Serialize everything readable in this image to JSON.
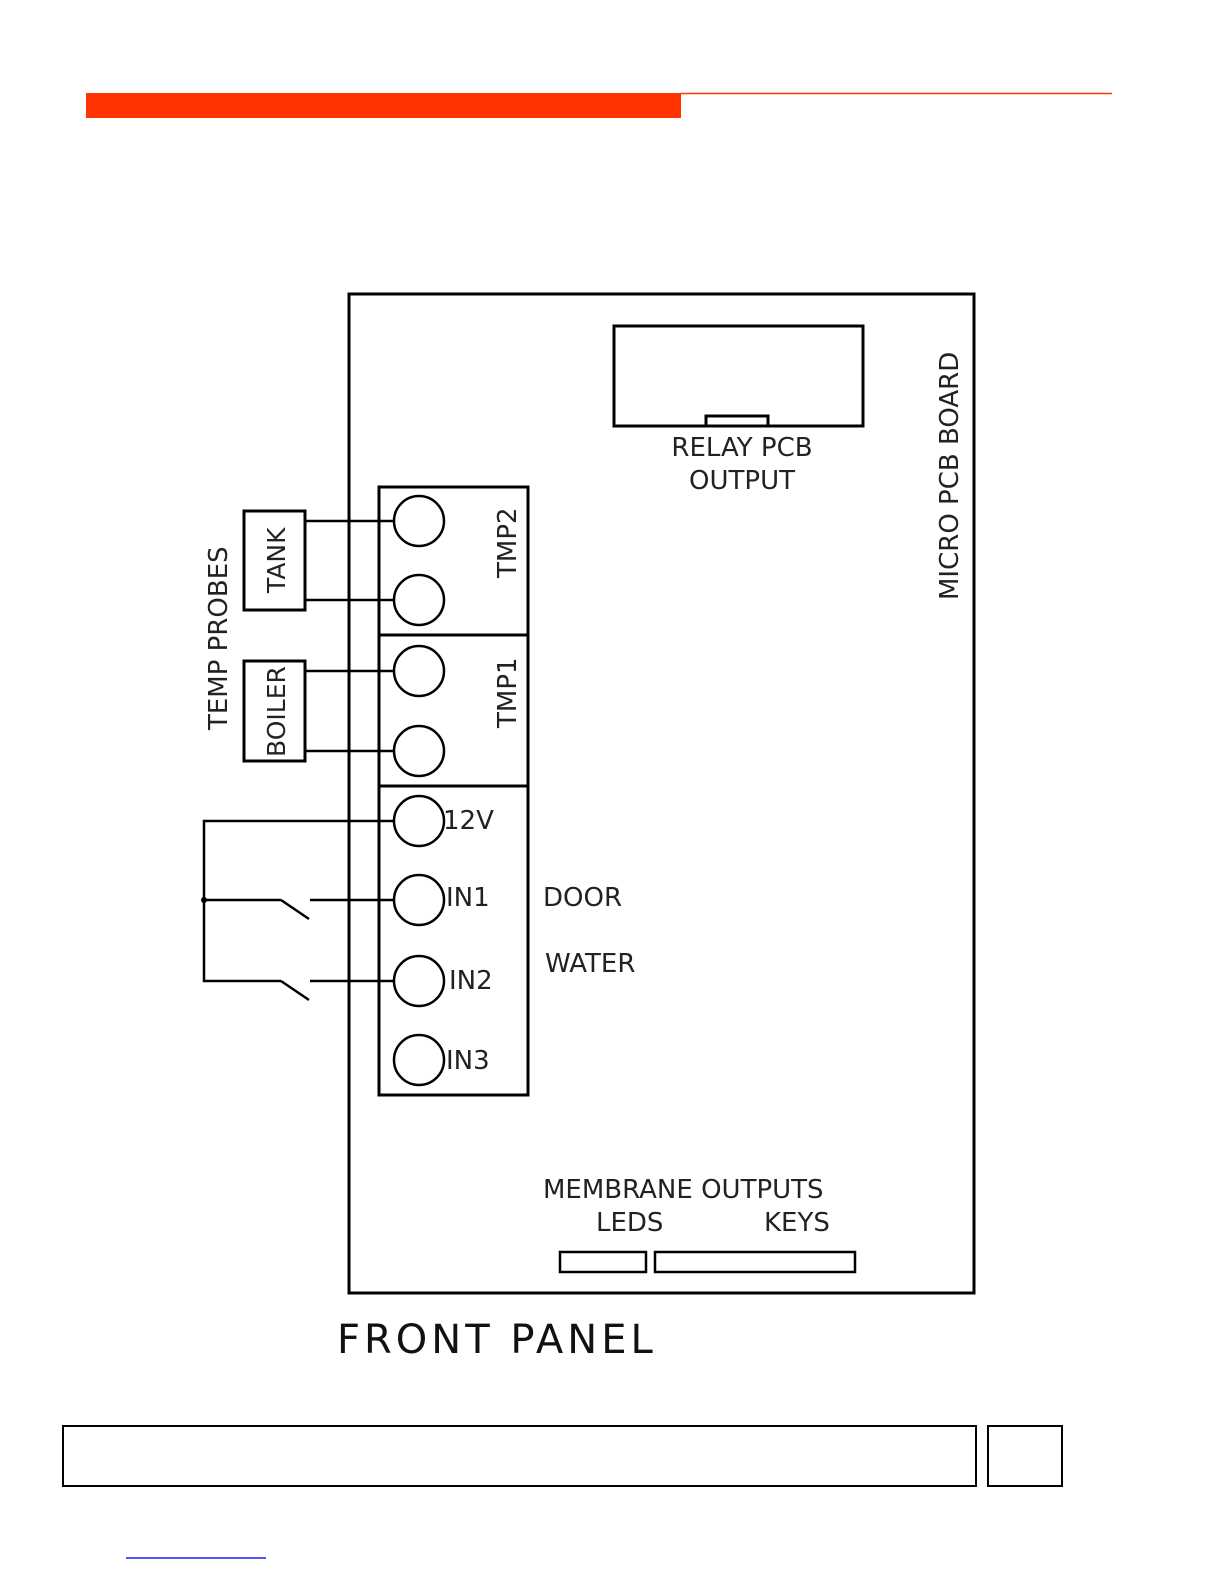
{
  "colors": {
    "header_bar": "#ff3300",
    "header_rule": "#ff3300",
    "lines": "#000000",
    "footer_link_underline": "#1a1aff"
  },
  "diagram": {
    "board_label": "MICRO PCB BOARD",
    "relay": {
      "line1": "RELAY PCB",
      "line2": "OUTPUT"
    },
    "temp_probes_label": "TEMP PROBES",
    "probes": [
      {
        "name": "TANK",
        "connector": "TMP2"
      },
      {
        "name": "BOILER",
        "connector": "TMP1"
      }
    ],
    "inputs": [
      {
        "terminal": "12V",
        "signal": ""
      },
      {
        "terminal": "IN1",
        "signal": "DOOR"
      },
      {
        "terminal": "IN2",
        "signal": "WATER"
      },
      {
        "terminal": "IN3",
        "signal": ""
      }
    ],
    "membrane": {
      "title": "MEMBRANE OUTPUTS",
      "leds": "LEDS",
      "keys": "KEYS"
    },
    "front_panel_label": "FRONT PANEL"
  }
}
